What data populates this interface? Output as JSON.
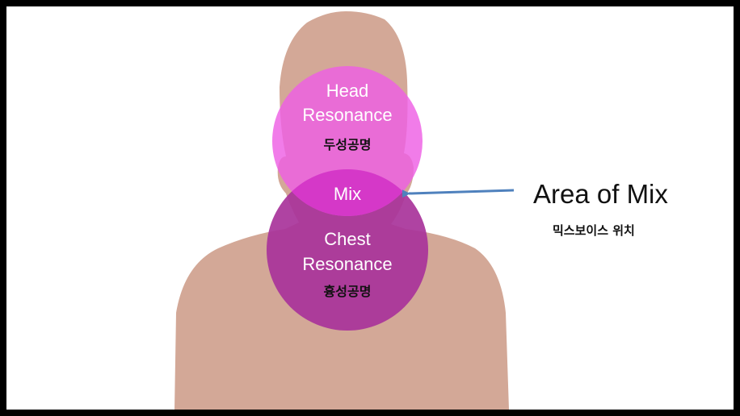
{
  "colors": {
    "frame": "#000000",
    "background": "#ffffff",
    "skin": "#d3a897",
    "head_circle": "#ee5fe4",
    "chest_circle": "#a8339a",
    "mix_overlap": "#d538c8",
    "arrow": "#4f81bd"
  },
  "head_circle": {
    "title_line1": "Head",
    "title_line2": "Resonance",
    "korean": "두성공명"
  },
  "mix": {
    "label": "Mix"
  },
  "chest_circle": {
    "title_line1": "Chest",
    "title_line2": "Resonance",
    "korean": "흉성공명"
  },
  "annotation": {
    "title": "Area of Mix",
    "korean": "믹스보이스 위치"
  }
}
